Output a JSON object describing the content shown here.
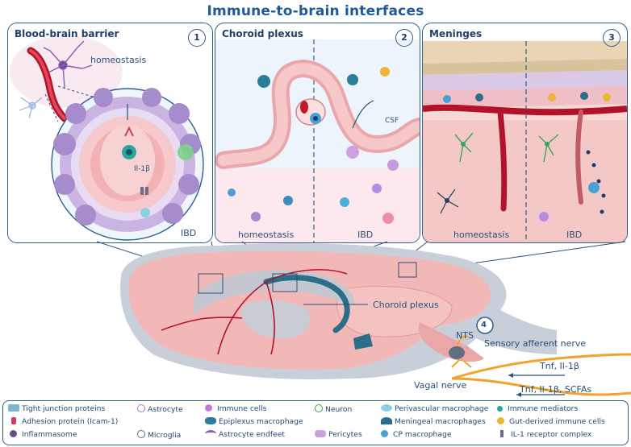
{
  "title": "Immune-to-brain interfaces",
  "panels": [
    {
      "title": "Blood-brain barrier",
      "number": "1",
      "labels": {
        "top": "homeostasis",
        "bottom": "IBD",
        "cytokine": "Il-1β"
      }
    },
    {
      "title": "Choroid plexus",
      "number": "2",
      "labels": {
        "left": "homeostasis",
        "right": "IBD",
        "csf": "CSF"
      }
    },
    {
      "title": "Meninges",
      "number": "3",
      "labels": {
        "left": "homeostasis",
        "right": "IBD"
      }
    }
  ],
  "brain": {
    "number": "4",
    "choroid_label": "Choroid plexus",
    "nts": "NTS",
    "sensory": "Sensory afferent nerve",
    "vagal": "Vagal nerve",
    "signal1": "Tnf, Il-1β",
    "signal2": "Tnf, Il-1β, SCFAs"
  },
  "legend": {
    "items": [
      {
        "label": "Tight junction proteins",
        "icon": "tight-junction-icon",
        "color": "#7fb3c9"
      },
      {
        "label": "Adhesion protein (Icam-1)",
        "icon": "adhesion-protein-icon",
        "color": "#d23a6a"
      },
      {
        "label": "Inflammasome",
        "icon": "inflammasome-icon",
        "color": "#6b4b8a"
      },
      {
        "label": "Astrocyte",
        "icon": "astrocyte-icon",
        "color": "#9b7bc8"
      },
      {
        "label": "Microglia",
        "icon": "microglia-icon",
        "color": "#5f6f8a"
      },
      {
        "label": "Immune cells",
        "icon": "immune-cells-icon",
        "color": "#c57ad6"
      },
      {
        "label": "Epiplexus macrophage",
        "icon": "epiplexus-macrophage-icon",
        "color": "#2b7e9a"
      },
      {
        "label": "Astrocyte endfeet",
        "icon": "astrocyte-endfeet-icon",
        "color": "#8a5cb0"
      },
      {
        "label": "Neuron",
        "icon": "neuron-icon",
        "color": "#3aa65a"
      },
      {
        "label": "Pericytes",
        "icon": "pericytes-icon",
        "color": "#c4a5dc"
      },
      {
        "label": "Perivascular macrophage",
        "icon": "perivascular-macrophage-icon",
        "color": "#8ad0dd"
      },
      {
        "label": "Meningeal macrophages",
        "icon": "meningeal-macrophages-icon",
        "color": "#2c6d8a"
      },
      {
        "label": "CP macrophage",
        "icon": "cp-macrophage-icon",
        "color": "#4aa0d4"
      },
      {
        "label": "Immune mediators",
        "icon": "immune-mediators-icon",
        "color": "#2aa59b"
      },
      {
        "label": "Gut-derived immune cells",
        "icon": "gut-derived-immune-cells-icon",
        "color": "#e8b730"
      },
      {
        "label": "IL-1 receptor complex",
        "icon": "il1-receptor-complex-icon",
        "color": "#6b6f8a"
      }
    ]
  }
}
